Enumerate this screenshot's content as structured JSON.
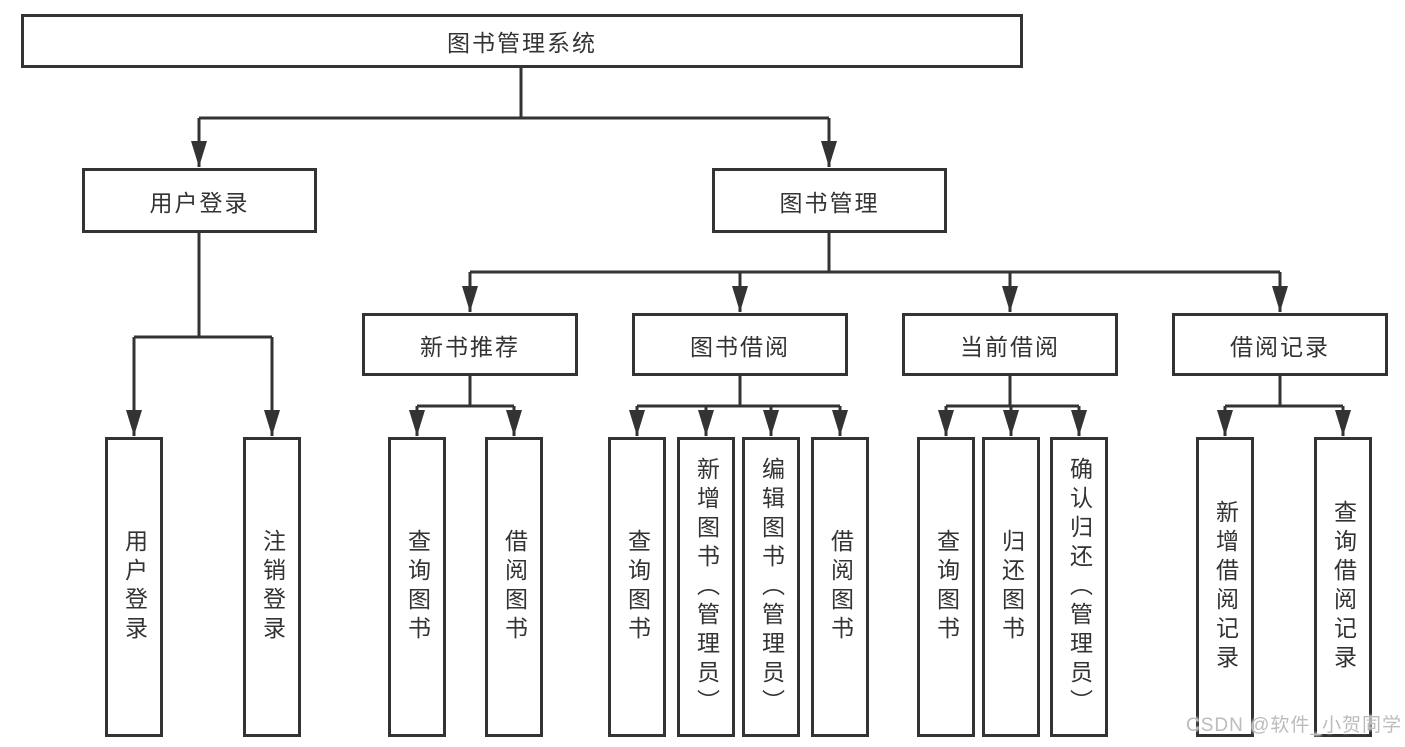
{
  "diagram": {
    "root": {
      "label": "图书管理系统"
    },
    "level2": [
      {
        "label": "用户登录"
      },
      {
        "label": "图书管理"
      }
    ],
    "level3": [
      {
        "label": "新书推荐"
      },
      {
        "label": "图书借阅"
      },
      {
        "label": "当前借阅"
      },
      {
        "label": "借阅记录"
      }
    ],
    "leaves": {
      "user_login": [
        {
          "label": "用户登录"
        },
        {
          "label": "注销登录"
        }
      ],
      "new_book_recommend": [
        {
          "label": "查询图书"
        },
        {
          "label": "借阅图书"
        }
      ],
      "book_borrow": [
        {
          "label": "查询图书"
        },
        {
          "label": "新增图书（管理员）"
        },
        {
          "label": "编辑图书（管理员）"
        },
        {
          "label": "借阅图书"
        }
      ],
      "current_borrow": [
        {
          "label": "查询图书"
        },
        {
          "label": "归还图书"
        },
        {
          "label": "确认归还（管理员）"
        }
      ],
      "borrow_record": [
        {
          "label": "新增借阅记录"
        },
        {
          "label": "查询借阅记录"
        }
      ]
    }
  },
  "watermark": {
    "text": "CSDN @软件_小贺同学"
  },
  "colors": {
    "line": "#333333",
    "text": "#333333",
    "box_background": "#ffffff",
    "page_background": "#ffffff",
    "watermark": "#bcbcbc"
  }
}
